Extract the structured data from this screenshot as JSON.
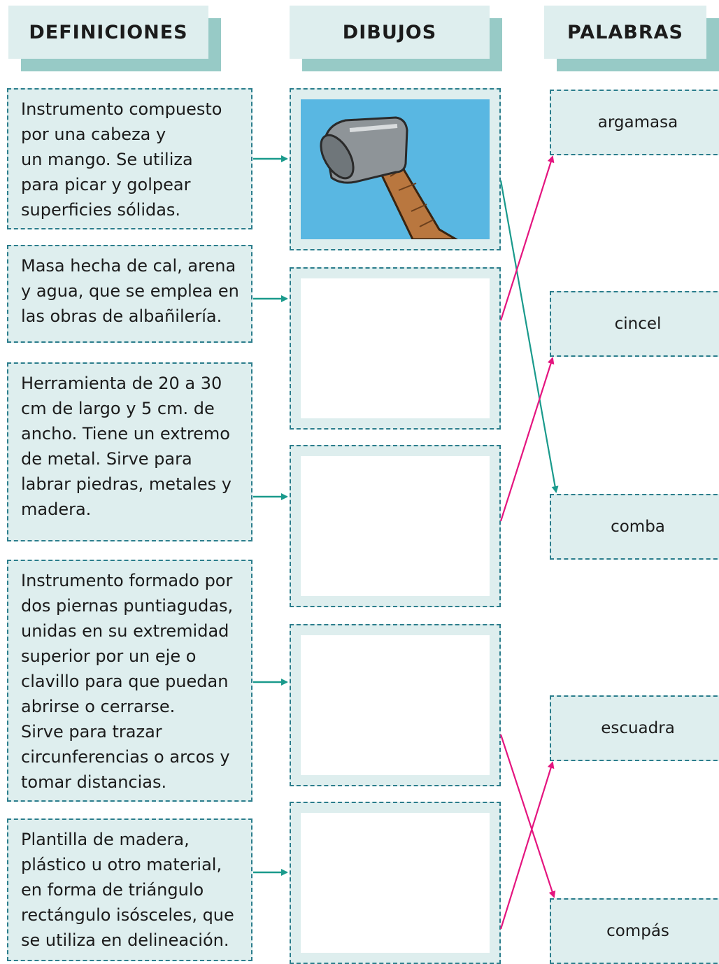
{
  "headers": {
    "definiciones": "DEFINICIONES",
    "dibujos": "DIBUJOS",
    "palabras": "PALABRAS"
  },
  "definitions": [
    {
      "lines": [
        "Instrumento compuesto",
        "por una cabeza y",
        "un mango. Se utiliza",
        "para picar y golpear",
        "superficies sólidas."
      ]
    },
    {
      "lines": [
        "Masa hecha de cal, arena",
        "y agua, que se emplea en",
        "las obras de albañilería."
      ]
    },
    {
      "lines": [
        "Herramienta de 20 a 30",
        "cm de largo y 5 cm. de",
        "ancho. Tiene un extremo",
        "de metal. Sirve para",
        "labrar piedras, metales y",
        "madera."
      ]
    },
    {
      "lines": [
        "Instrumento formado por",
        "dos piernas puntiagudas,",
        "unidas en su extremidad",
        "superior por un eje o",
        "clavillo para que puedan",
        "abrirse o cerrarse.",
        "Sirve para trazar",
        "circunferencias o arcos y",
        "tomar distancias."
      ]
    },
    {
      "lines": [
        "Plantilla de madera,",
        "plástico u otro material,",
        "en forma de triángulo",
        "rectángulo isósceles, que",
        "se utiliza en delineación."
      ]
    }
  ],
  "drawings": [
    {
      "content": "sledgehammer-drawing"
    },
    {
      "content": "empty"
    },
    {
      "content": "empty"
    },
    {
      "content": "empty"
    },
    {
      "content": "empty"
    }
  ],
  "words": [
    "argamasa",
    "cincel",
    "comba",
    "escuadra",
    "compás"
  ],
  "colors": {
    "header_bg": "#deeeee",
    "header_shadow": "#97cac6",
    "box_bg": "#deeeee",
    "dashed_border": "#2b7d8c",
    "teal_arrow": "#1a9a8c",
    "magenta_arrow": "#e4157f",
    "picture_sky": "#59b7e2"
  },
  "connections": [
    {
      "from_drawing": 0,
      "to_word": 2,
      "color": "teal"
    },
    {
      "from_drawing": 1,
      "to_word": 0,
      "color": "magenta"
    },
    {
      "from_drawing": 2,
      "to_word": 1,
      "color": "magenta"
    },
    {
      "from_drawing": 3,
      "to_word": 4,
      "color": "magenta"
    },
    {
      "from_drawing": 4,
      "to_word": 3,
      "color": "magenta"
    }
  ]
}
